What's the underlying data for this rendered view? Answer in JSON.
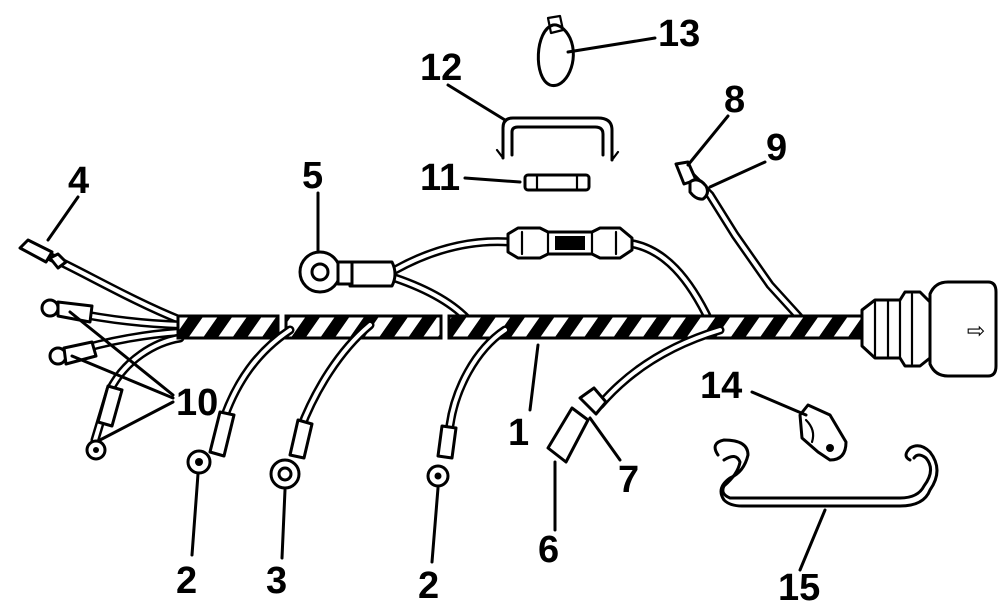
{
  "callouts": {
    "c1": "1",
    "c2a": "2",
    "c2b": "2",
    "c3": "3",
    "c4": "4",
    "c5": "5",
    "c6": "6",
    "c7": "7",
    "c8": "8",
    "c9": "9",
    "c10": "10",
    "c11": "11",
    "c12": "12",
    "c13": "13",
    "c14": "14",
    "c15": "15"
  },
  "connector_arrow": "⇨"
}
